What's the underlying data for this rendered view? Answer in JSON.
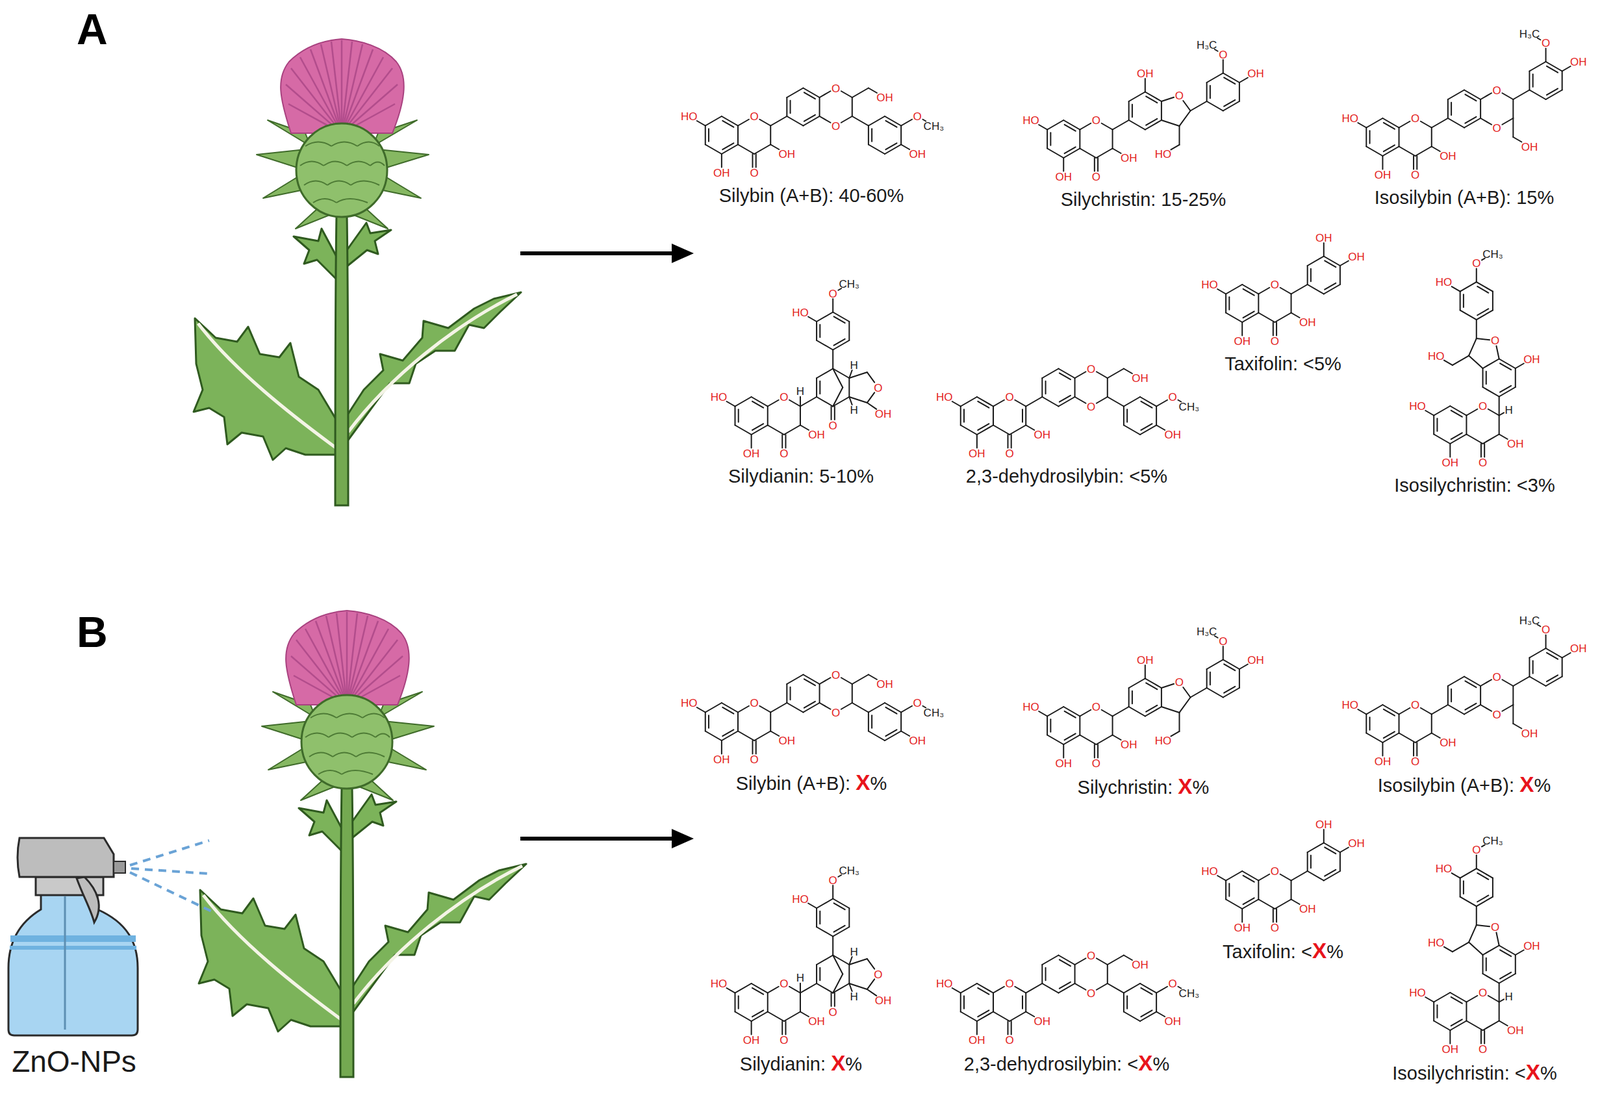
{
  "diagram": {
    "labels": [
      "A",
      "Silybin (A+B): 40-60%",
      "Silychristin: 15-25%",
      "Isosilybin (A+B): 15%",
      "Silydianin: 5-10%",
      "2,3-dehydrosilybin: <5%",
      "Taxifolin: <5%",
      "Isosilychristin: <3%",
      "B",
      "ZnO-NPs",
      "Silybin (A+B):",
      "X",
      "%",
      "Silychristin:",
      "X",
      "%",
      "Isosilybin (A+B):",
      "X",
      "%",
      "Silydianin:",
      "X",
      "%",
      "2,3-dehydrosilybin:",
      "<",
      "X",
      "%",
      "Taxifolin:",
      "<",
      "X",
      "%",
      "Isosilychristin:",
      "<",
      "X",
      "%",
      "O",
      "HO",
      "OH",
      "O",
      "OH",
      "O",
      "O",
      "OH",
      "O",
      "CH₃",
      "OH",
      "O",
      "HO",
      "OH",
      "O",
      "OH",
      "OH",
      "O",
      "O",
      "H₃C",
      "OH",
      "HO",
      "O",
      "HO",
      "OH",
      "O",
      "OH",
      "O",
      "O",
      "O",
      "H₃C",
      "OH",
      "OH",
      "O",
      "HO",
      "OH",
      "O",
      "OH",
      "H",
      "O",
      "OH",
      "O",
      "HO",
      "O",
      "CH₃",
      "H",
      "H",
      "O",
      "HO",
      "OH",
      "O",
      "OH",
      "O",
      "O",
      "OH",
      "O",
      "CH₃",
      "OH",
      "O",
      "HO",
      "OH",
      "O",
      "OH",
      "OH",
      "OH",
      "O",
      "HO",
      "OH",
      "O",
      "OH",
      "H",
      "OH",
      "O",
      "HO",
      "O",
      "CH₃",
      "HO",
      "O",
      "HO",
      "OH",
      "O",
      "OH",
      "O",
      "O",
      "OH",
      "O",
      "CH₃",
      "OH",
      "O",
      "HO",
      "OH",
      "O",
      "OH",
      "OH",
      "O",
      "O",
      "H₃C",
      "OH",
      "HO",
      "O",
      "HO",
      "OH",
      "O",
      "OH",
      "O",
      "O",
      "O",
      "H₃C",
      "OH",
      "OH",
      "O",
      "HO",
      "OH",
      "O",
      "OH",
      "H",
      "O",
      "OH",
      "O",
      "HO",
      "O",
      "CH₃",
      "H",
      "H",
      "O",
      "HO",
      "OH",
      "O",
      "OH",
      "O",
      "O",
      "OH",
      "O",
      "CH₃",
      "OH",
      "O",
      "HO",
      "OH",
      "O",
      "OH",
      "OH",
      "OH",
      "O",
      "HO",
      "OH",
      "O",
      "OH",
      "H",
      "OH",
      "O",
      "HO",
      "O",
      "CH₃",
      "HO"
    ]
  }
}
